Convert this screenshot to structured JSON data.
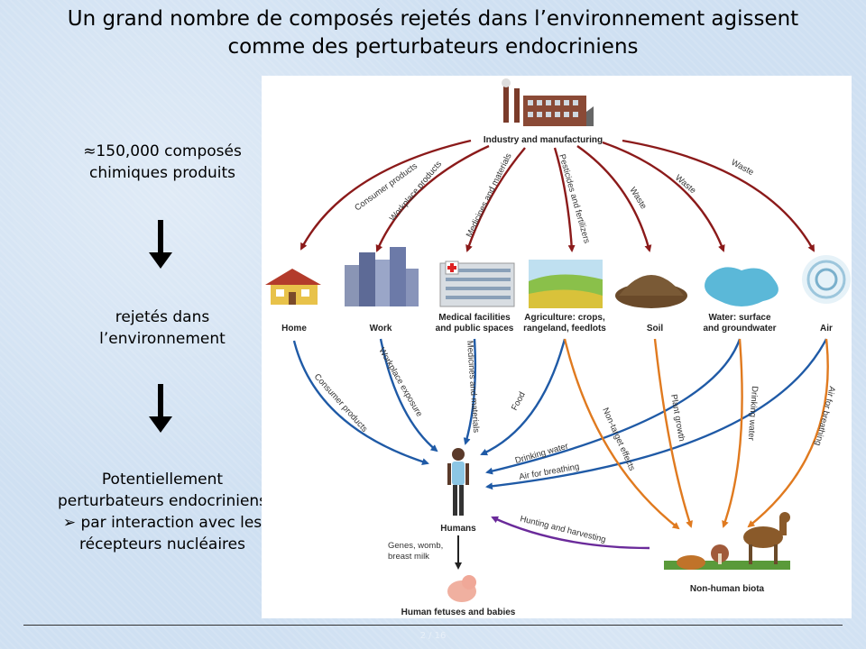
{
  "title": {
    "line1": "Un grand nombre de composés rejetés dans l’environnement agissent",
    "line2": "comme des perturbateurs endocriniens"
  },
  "left": {
    "step1": [
      "≈150,000 composés",
      "chimiques produits"
    ],
    "step2": [
      "rejetés dans",
      "l’environnement"
    ],
    "step3": [
      "Potentiellement",
      "perturbateurs endocriniens",
      "➢ par interaction avec les",
      "récepteurs nucléaires"
    ]
  },
  "diagram": {
    "source": "Industry and manufacturing",
    "nodes": {
      "home": "Home",
      "work": "Work",
      "medical_1": "Medical facilities",
      "medical_2": "and public spaces",
      "agri_1": "Agriculture: crops,",
      "agri_2": "rangeland, feedlots",
      "soil": "Soil",
      "water_1": "Water: surface",
      "water_2": "and groundwater",
      "air": "Air",
      "humans": "Humans",
      "biota": "Non-human biota",
      "fetuses": "Human fetuses and babies"
    },
    "paths": {
      "consumer_products": "Consumer products",
      "workplace_products": "Workplace products",
      "medicines_materials": "Medicines and materials",
      "pesticides": "Pesticides and fertilizers",
      "waste": "Waste",
      "consumer_products_2": "Consumer products",
      "workplace_exposure": "Workplace exposure",
      "medicines_materials_2": "Medicines and materials",
      "food": "Food",
      "drinking_water": "Drinking water",
      "air_for_breathing": "Air for breathing",
      "non_target": "Non-target effects",
      "plant_growth": "Plant growth",
      "drinking_water_2": "Drinking water",
      "air_for_breathing_2": "Air for breathing",
      "hunting": "Hunting and harvesting",
      "genes_1": "Genes, womb,",
      "genes_2": "breast milk"
    },
    "colors": {
      "industry": "#8b1a1a",
      "human_exposure": "#1f5aa6",
      "biota_exposure": "#e07a1f",
      "harvest": "#6a2a9a"
    }
  },
  "footer": {
    "page": "2 / 16"
  }
}
